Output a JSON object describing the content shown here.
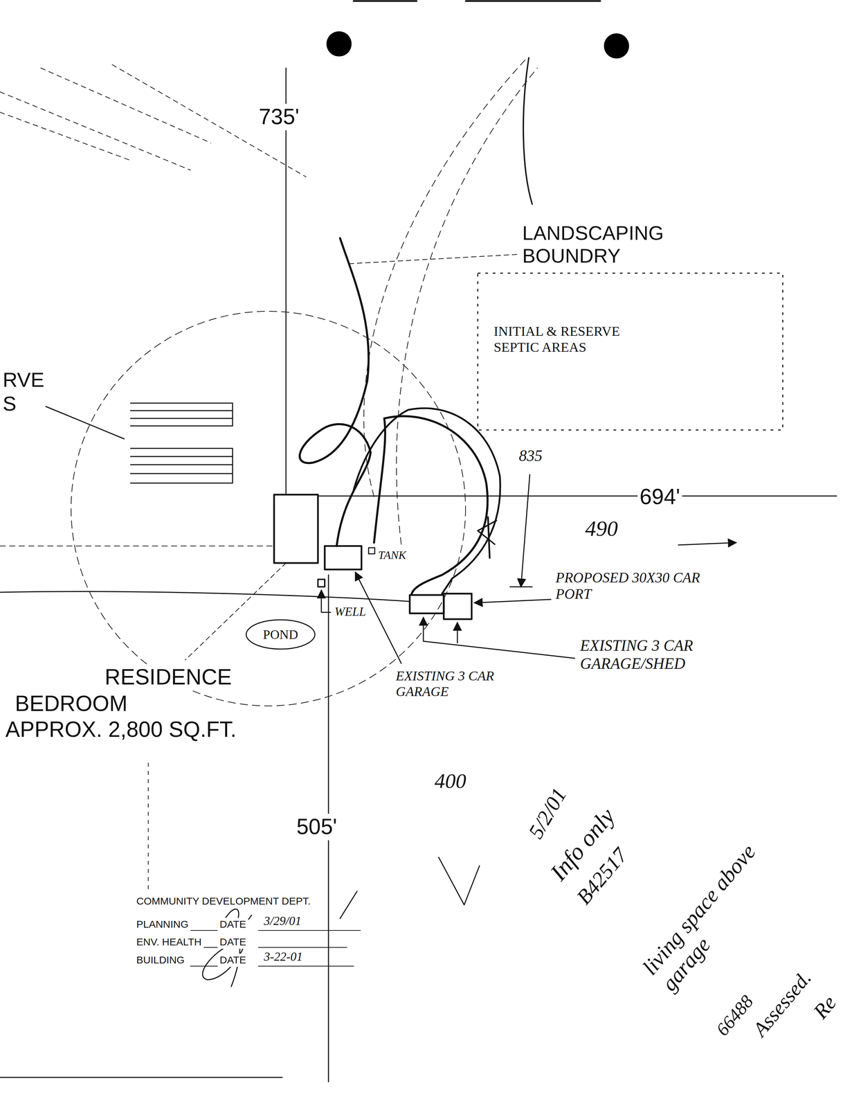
{
  "diagram": {
    "nodes": [
      {
        "text": [
          "INITIAL & RESERVE SEPTIC AREAS"
        ]
      },
      {
        "text": [
          "POND"
        ]
      }
    ],
    "labels": [
      "735'",
      "LANDSCAPING BOUNDRY",
      "RVE",
      "S",
      "694'",
      "835",
      "490",
      "TANK",
      "PROPOSED 30X30 CAR PORT",
      "WELL",
      "EXISTING 3 CAR GARAGE/SHED",
      "EXISTING 3 CAR GARAGE",
      "RESIDENCE",
      "BEDROOM",
      "APPROX. 2,800 SQ.FT.",
      "400",
      "505'",
      "5/2/01",
      "Info only",
      "B42517",
      "living space above garage",
      "66488",
      "Assessed.",
      "Re",
      "COMMUNITY DEVELOPMENT DEPT.",
      "PLANNING",
      "DATE",
      "3/29/01",
      "ENV. HEALTH",
      "DATE",
      "BUILDING",
      "DATE",
      "3-22-01"
    ]
  }
}
